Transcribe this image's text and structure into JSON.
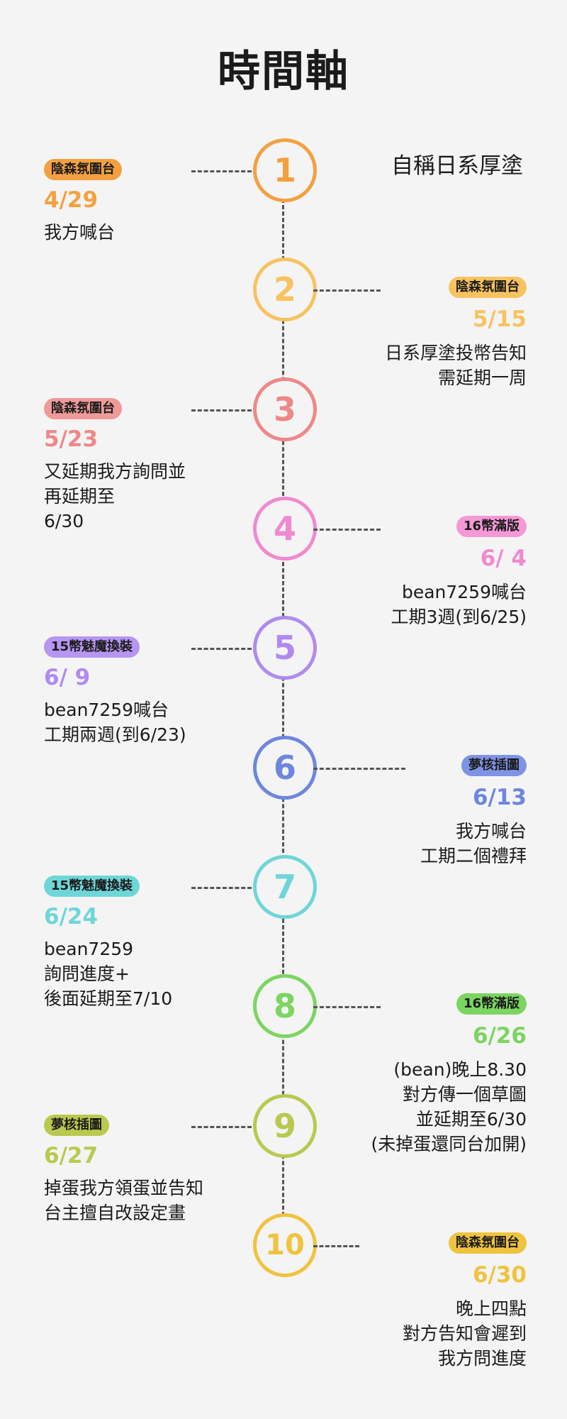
{
  "title": "時間軸",
  "header_note": "自稱日系厚塗",
  "events": [
    {
      "num": "1",
      "color": "#f4a03f",
      "side": "left",
      "tag": "陰森氛圍台",
      "tag_bg": "#f4a03f",
      "date": "4/29",
      "text": "我方喊台"
    },
    {
      "num": "2",
      "color": "#f7c35f",
      "side": "right",
      "tag": "陰森氛圍台",
      "tag_bg": "#f7c35f",
      "date": "5/15",
      "text": "日系厚塗投幣告知\n需延期一周"
    },
    {
      "num": "3",
      "color": "#ee8887",
      "side": "left",
      "tag": "陰森氛圍台",
      "tag_bg": "#ee9a99",
      "date": "5/23",
      "text": "又延期我方詢問並\n再延期至\n6/30"
    },
    {
      "num": "4",
      "color": "#f08ad0",
      "side": "right",
      "tag": "16幣滿版",
      "tag_bg": "#f598d6",
      "date": "6/ 4",
      "text": "bean7259喊台\n工期3週(到6/25)"
    },
    {
      "num": "5",
      "color": "#b18af0",
      "side": "left",
      "tag": "15幣魅魔換裝",
      "tag_bg": "#b795f2",
      "date": "6/ 9",
      "text": "bean7259喊台\n工期兩週(到6/23)"
    },
    {
      "num": "6",
      "color": "#6f86de",
      "side": "right",
      "tag": "夢核插圖",
      "tag_bg": "#7e93e4",
      "date": "6/13",
      "text": "我方喊台\n工期二個禮拜"
    },
    {
      "num": "7",
      "color": "#6fd6d8",
      "side": "left",
      "tag": "15幣魅魔換裝",
      "tag_bg": "#6fd6d8",
      "date": "6/24",
      "text": "bean7259\n詢問進度+\n後面延期至7/10"
    },
    {
      "num": "8",
      "color": "#7cd561",
      "side": "right",
      "tag": "16幣滿版",
      "tag_bg": "#7cd561",
      "date": "6/26",
      "text": "(bean)晚上8.30\n對方傳一個草圖\n並延期至6/30\n(未掉蛋還同台加開)"
    },
    {
      "num": "9",
      "color": "#b9c94f",
      "side": "left",
      "tag": "夢核插圖",
      "tag_bg": "#b9c94f",
      "date": "6/27",
      "text": "掉蛋我方領蛋並告知\n台主擅自改設定畫"
    },
    {
      "num": "10",
      "color": "#f0c33f",
      "side": "right",
      "tag": "陰森氛圍台",
      "tag_bg": "#f0c33f",
      "date": "6/30",
      "text": "晚上四點\n對方告知會遲到\n我方問進度"
    }
  ]
}
